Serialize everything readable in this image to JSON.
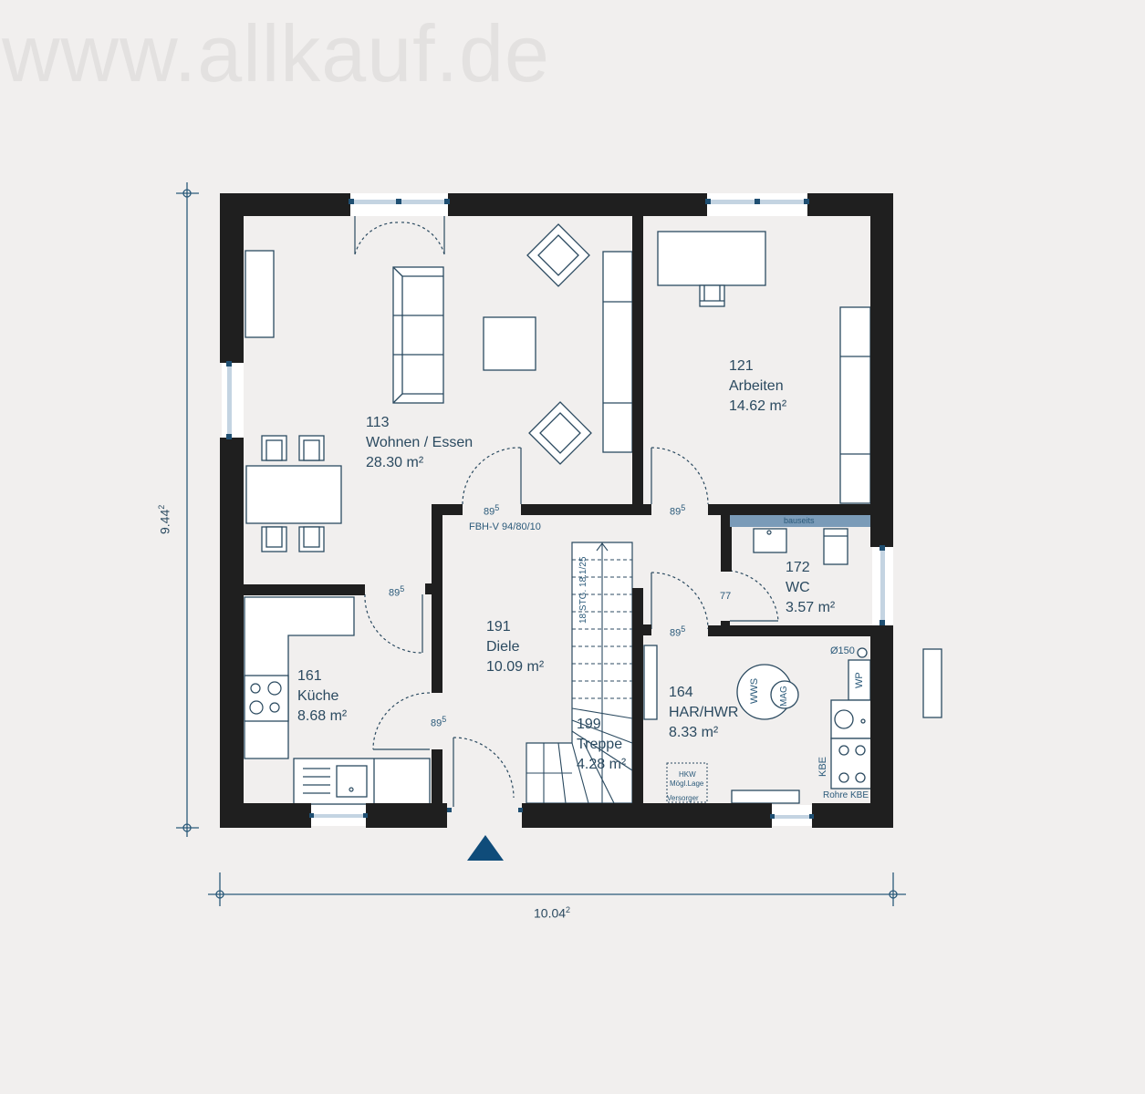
{
  "watermark": "www.allkauf.de",
  "colors": {
    "background": "#f1efee",
    "wall": "#1f1f1f",
    "furniture_stroke": "#2b4a60",
    "furniture_fill": "#ffffff",
    "window_glass": "#c4d4e2",
    "text": "#2b4a60",
    "entrance_marker": "#0f4c7a",
    "bauseits_bar": "#7a9bb8"
  },
  "dimensions": {
    "height_main": "9.44",
    "height_sup": "2",
    "width_main": "10.04",
    "width_sup": "2"
  },
  "rooms": [
    {
      "id": "wohnen",
      "number": "113",
      "name": "Wohnen / Essen",
      "area": "28.30 m²"
    },
    {
      "id": "arbeiten",
      "number": "121",
      "name": "Arbeiten",
      "area": "14.62 m²"
    },
    {
      "id": "kueche",
      "number": "161",
      "name": "Küche",
      "area": "8.68 m²"
    },
    {
      "id": "diele",
      "number": "191",
      "name": "Diele",
      "area": "10.09 m²"
    },
    {
      "id": "treppe",
      "number": "199",
      "name": "Treppe",
      "area": "4.28 m²"
    },
    {
      "id": "wc",
      "number": "172",
      "name": "WC",
      "area": "3.57 m²"
    },
    {
      "id": "har",
      "number": "164",
      "name": "HAR/HWR",
      "area": "8.33 m²"
    }
  ],
  "doors": {
    "wohnen_door": {
      "main": "89",
      "sup": "5"
    },
    "wohnen_door_note": "FBH-V 94/80/10",
    "arbeiten_door": {
      "main": "89",
      "sup": "5"
    },
    "kueche_door": {
      "main": "89",
      "sup": "5"
    },
    "entrance_door": {
      "main": "89",
      "sup": "5"
    },
    "har_door": {
      "main": "89",
      "sup": "5"
    },
    "wc_door": "77"
  },
  "annotations": {
    "stairs": "18 STG. 18.1/25",
    "bauseits": "bauseits",
    "wws": "WWS",
    "mag": "MAG",
    "wp": "WP",
    "kbe": "KBE",
    "rohre_kbe": "Rohre KBE",
    "diameter": "Ø150",
    "hkw_line1": "HKW",
    "hkw_line2": "Mögl.Lage",
    "hkw_line3": "Versorger"
  }
}
